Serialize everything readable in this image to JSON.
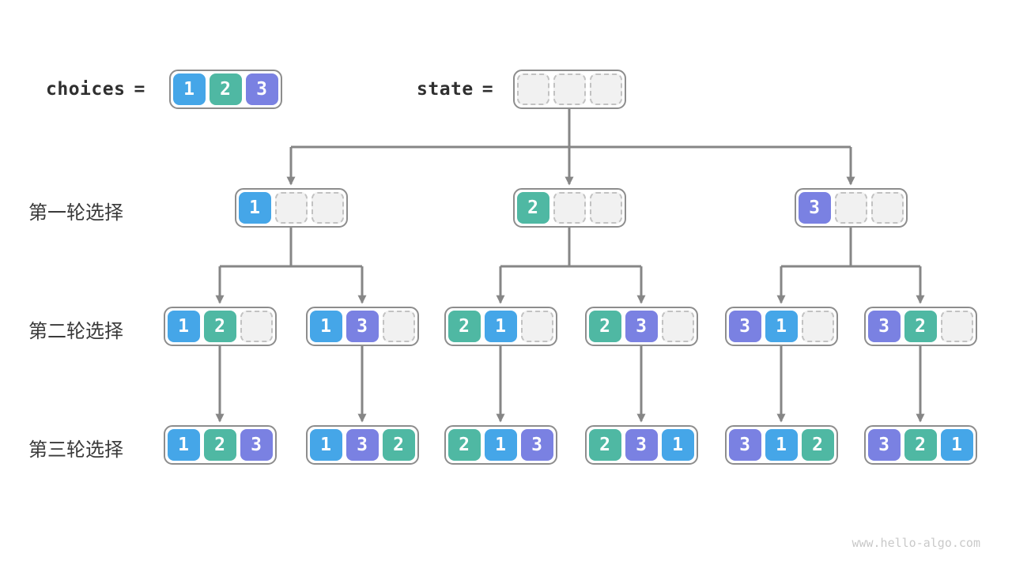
{
  "header": {
    "choices_label": "choices",
    "state_label": "state",
    "equals": "=",
    "choices_cells": [
      "1",
      "2",
      "3"
    ],
    "state_cells": [
      "",
      "",
      ""
    ]
  },
  "tree": {
    "rows": [
      {
        "label": "第一轮选择",
        "boxes": [
          {
            "cells": [
              "1",
              "",
              ""
            ]
          },
          {
            "cells": [
              "2",
              "",
              ""
            ]
          },
          {
            "cells": [
              "3",
              "",
              ""
            ]
          }
        ]
      },
      {
        "label": "第二轮选择",
        "boxes": [
          {
            "cells": [
              "1",
              "2",
              ""
            ]
          },
          {
            "cells": [
              "1",
              "3",
              ""
            ]
          },
          {
            "cells": [
              "2",
              "1",
              ""
            ]
          },
          {
            "cells": [
              "2",
              "3",
              ""
            ]
          },
          {
            "cells": [
              "3",
              "1",
              ""
            ]
          },
          {
            "cells": [
              "3",
              "2",
              ""
            ]
          }
        ]
      },
      {
        "label": "第三轮选择",
        "boxes": [
          {
            "cells": [
              "1",
              "2",
              "3"
            ]
          },
          {
            "cells": [
              "1",
              "3",
              "2"
            ]
          },
          {
            "cells": [
              "2",
              "1",
              "3"
            ]
          },
          {
            "cells": [
              "2",
              "3",
              "1"
            ]
          },
          {
            "cells": [
              "3",
              "1",
              "2"
            ]
          },
          {
            "cells": [
              "3",
              "2",
              "1"
            ]
          }
        ]
      }
    ]
  },
  "palette": {
    "value_1": "#45A6E8",
    "value_2": "#4FB8A3",
    "value_3": "#7A81E2",
    "empty_cell_fill": "#F1F1F1",
    "empty_cell_border": "#C2C2C2",
    "box_border": "#8D8D8D",
    "arrow": "#868686",
    "label_text": "#3A3A3A"
  },
  "footer": {
    "url": "www.hello-algo.com"
  }
}
